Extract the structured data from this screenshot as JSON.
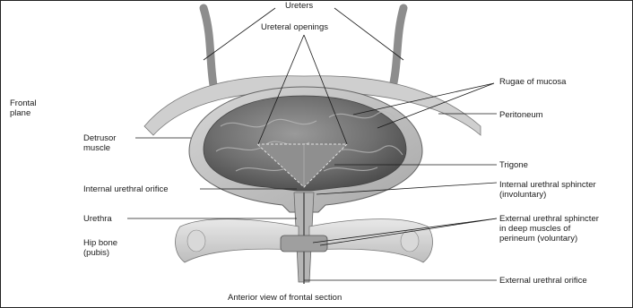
{
  "labels": {
    "ureters": "Ureters",
    "ureteral_openings": "Ureteral openings",
    "frontal_plane": "Frontal\nplane",
    "detrusor_muscle": "Detrusor\nmuscle",
    "internal_urethral_orifice": "Internal urethral orifice",
    "urethra": "Urethra",
    "hip_bone": "Hip bone\n(pubis)",
    "rugae_of_mucosa": "Rugae of mucosa",
    "peritoneum": "Peritoneum",
    "trigone": "Trigone",
    "internal_urethral_sphincter": "Internal urethral sphincter\n(involuntary)",
    "external_urethral_sphincter": "External urethral sphincter\nin deep muscles of\nperineum (voluntary)",
    "external_urethral_orifice": "External urethral orifice"
  },
  "caption": "Anterior view of frontal section"
}
